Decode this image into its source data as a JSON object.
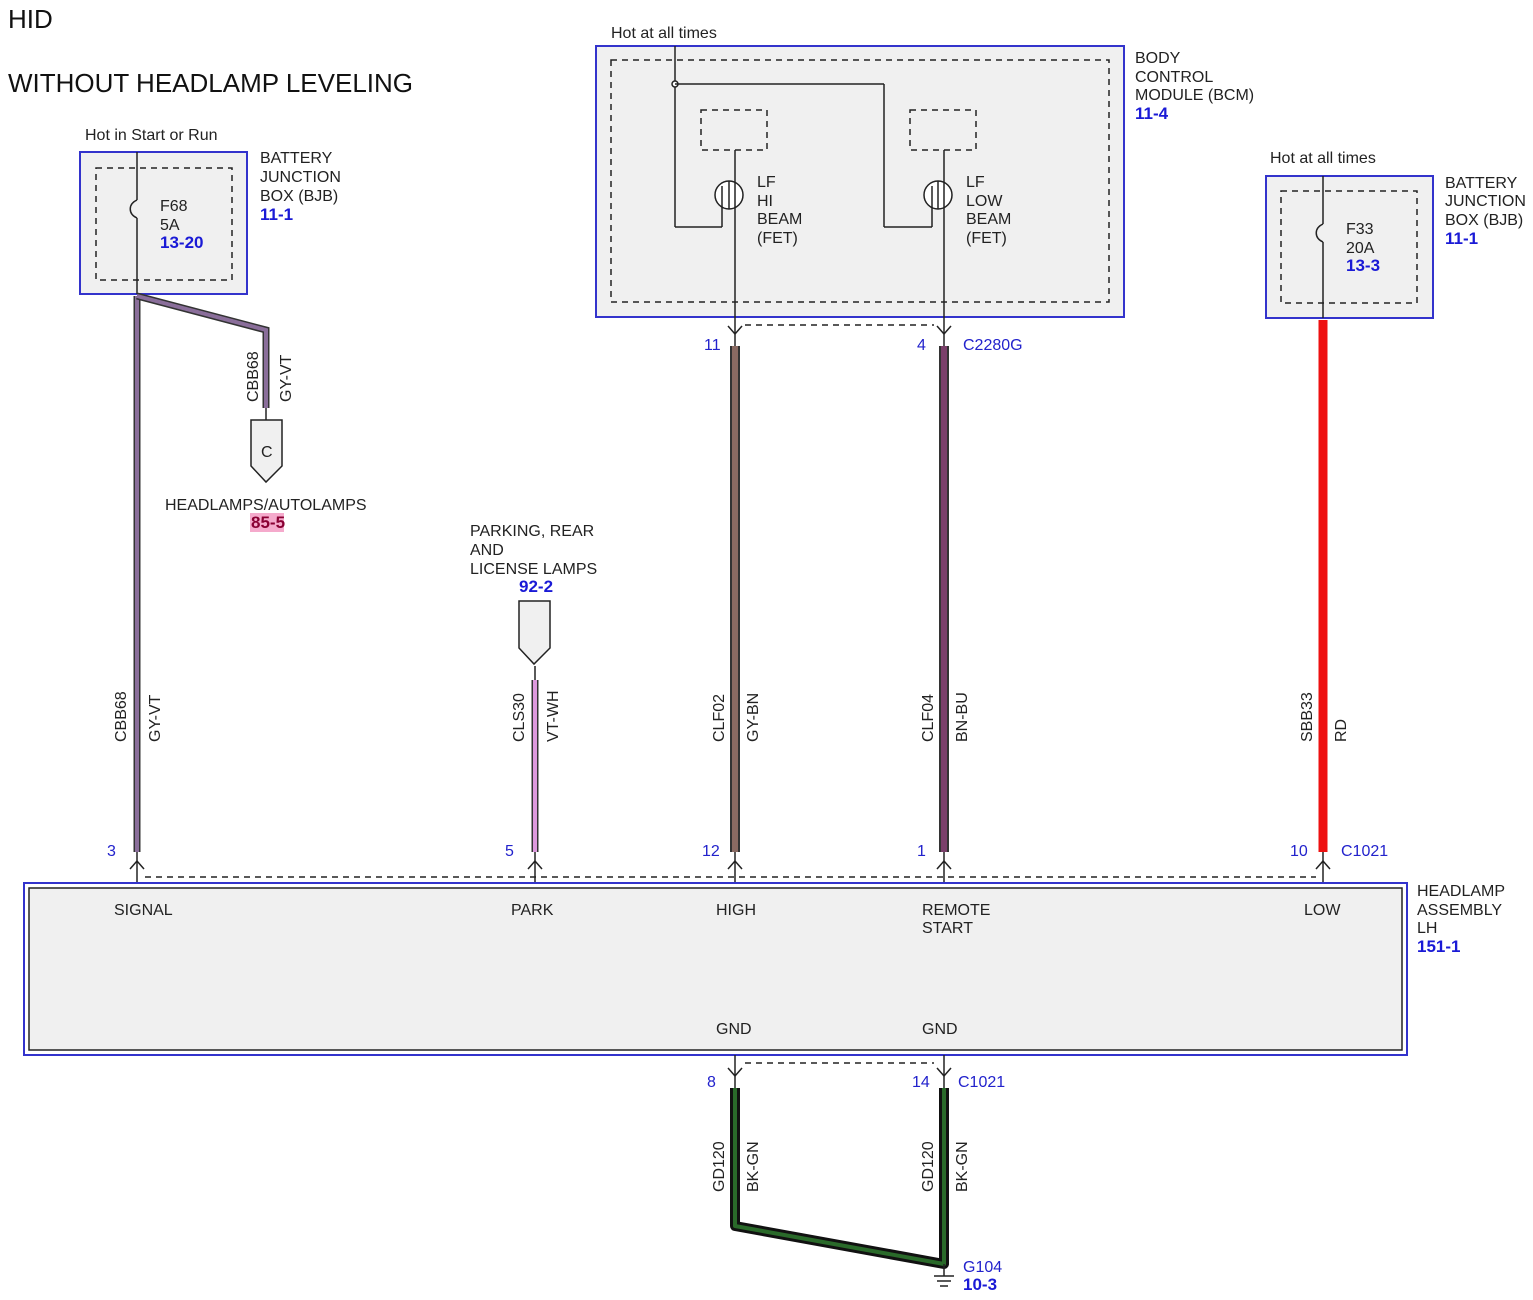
{
  "titles": {
    "line1": "HID",
    "line2": "WITHOUT HEADLAMP LEVELING"
  },
  "colors": {
    "module_border": "#3333cc",
    "module_fill": "#f0f0f0",
    "ref_link": "#1a1ad6",
    "pin_text": "#2222cc",
    "wire_gy_vt": "#8a6e9a",
    "wire_vt_wh": "#dd99dd",
    "wire_gy_bn": "#8a6a62",
    "wire_bn_bu": "#7a3f6a",
    "wire_rd": "#ee1111",
    "wire_bk_gn": "#1f4a1f",
    "highlight_ref_bg": "#f5aacc"
  },
  "bjb_left": {
    "hot_label": "Hot in Start or Run",
    "name_lines": [
      "BATTERY",
      "JUNCTION",
      "BOX (BJB)"
    ],
    "ref": "11-1",
    "fuse": {
      "id": "F68",
      "rating": "5A",
      "ref": "13-20"
    }
  },
  "bcm": {
    "hot_label": "Hot at all times",
    "name_lines": [
      "BODY",
      "CONTROL",
      "MODULE (BCM)"
    ],
    "ref": "11-4",
    "fet_hi": [
      "LF",
      "HI",
      "BEAM",
      "(FET)"
    ],
    "fet_low": [
      "LF",
      "LOW",
      "BEAM",
      "(FET)"
    ],
    "connector": "C2280G",
    "pin_hi": "11",
    "pin_low": "4"
  },
  "bjb_right": {
    "hot_label": "Hot at all times",
    "name_lines": [
      "BATTERY",
      "JUNCTION",
      "BOX (BJB)"
    ],
    "ref": "11-1",
    "fuse": {
      "id": "F33",
      "rating": "20A",
      "ref": "13-3"
    }
  },
  "branch_autolamps": {
    "circuit": "CBB68",
    "color": "GY-VT",
    "connector_letter": "C",
    "label": "HEADLAMPS/AUTOLAMPS",
    "ref": "85-5"
  },
  "parking": {
    "label_lines": [
      "PARKING, REAR",
      "AND",
      "LICENSE LAMPS"
    ],
    "ref": "92-2"
  },
  "wires": [
    {
      "circuit": "CBB68",
      "color": "GY-VT"
    },
    {
      "circuit": "CLS30",
      "color": "VT-WH"
    },
    {
      "circuit": "CLF02",
      "color": "GY-BN"
    },
    {
      "circuit": "CLF04",
      "color": "BN-BU"
    },
    {
      "circuit": "SBB33",
      "color": "RD"
    }
  ],
  "headlamp": {
    "name_lines": [
      "HEADLAMP",
      "ASSEMBLY",
      "LH"
    ],
    "ref": "151-1",
    "connector": "C1021",
    "pins": [
      {
        "num": "3",
        "label": "SIGNAL"
      },
      {
        "num": "5",
        "label": "PARK"
      },
      {
        "num": "12",
        "label": "HIGH"
      },
      {
        "num": "1",
        "label": "REMOTE",
        "label2": "START"
      },
      {
        "num": "10",
        "label": "LOW"
      }
    ],
    "gnd_labels": [
      "GND",
      "GND"
    ],
    "gnd_pins": [
      "8",
      "14"
    ],
    "gnd_connector": "C1021"
  },
  "ground_wires": [
    {
      "circuit": "GD120",
      "color": "BK-GN"
    },
    {
      "circuit": "GD120",
      "color": "BK-GN"
    }
  ],
  "ground": {
    "id": "G104",
    "ref": "10-3"
  }
}
